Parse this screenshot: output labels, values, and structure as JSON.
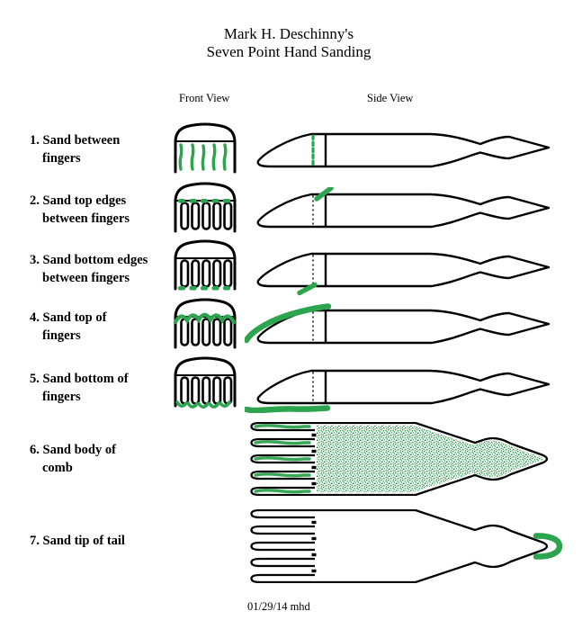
{
  "title": {
    "line1": "Mark H. Deschinny's",
    "line2": "Seven Point Hand Sanding"
  },
  "columns": {
    "front": "Front View",
    "side": "Side View"
  },
  "steps": [
    {
      "num": "1.",
      "line1": "Sand between",
      "line2": "fingers"
    },
    {
      "num": "2.",
      "line1": "Sand top edges",
      "line2": "between fingers"
    },
    {
      "num": "3.",
      "line1": "Sand bottom edges",
      "line2": "between fingers"
    },
    {
      "num": "4.",
      "line1": "Sand top of",
      "line2": "fingers"
    },
    {
      "num": "5.",
      "line1": "Sand bottom of",
      "line2": "fingers"
    },
    {
      "num": "6.",
      "line1": "Sand body of",
      "line2": "comb"
    },
    {
      "num": "7.",
      "line1": "Sand tip of tail",
      "line2": ""
    }
  ],
  "footer": "01/29/14 mhd",
  "colors": {
    "ink": "#000000",
    "highlight": "#2da44e"
  }
}
